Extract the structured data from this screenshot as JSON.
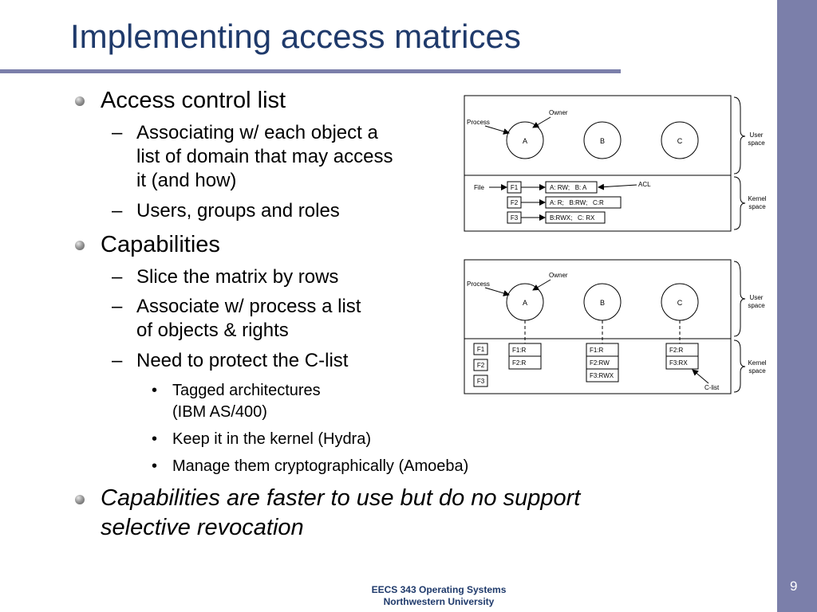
{
  "slide": {
    "title": "Implementing access matrices",
    "bullets": {
      "acl": "Access control list",
      "acl_sub1_line1": "Associating w/ each object a",
      "acl_sub1_line2": "list of domain that may access",
      "acl_sub1_line3": "it (and how)",
      "acl_sub2": "Users, groups and roles",
      "cap": "Capabilities",
      "cap_sub1": "Slice the matrix by rows",
      "cap_sub2_line1": "Associate w/ process a list",
      "cap_sub2_line2": "of objects & rights",
      "cap_sub3": "Need to protect the C-list",
      "cap_sub3_item1_line1": "Tagged architectures",
      "cap_sub3_item1_line2": "(IBM AS/400)",
      "cap_sub3_item2": "Keep it in the kernel (Hydra)",
      "cap_sub3_item3": "Manage them cryptographically (Amoeba)",
      "summary_line1": "Capabilities are faster to use but do no support",
      "summary_line2": "selective revocation"
    },
    "footer": {
      "line1": "EECS 343 Operating Systems",
      "line2": "Northwestern University"
    },
    "page_number": "9"
  },
  "acl_diagram": {
    "process_label": "Process",
    "owner_label": "Owner",
    "processes": [
      "A",
      "B",
      "C"
    ],
    "user_space": "User space",
    "kernel_space": "Kernel space",
    "file_label": "File",
    "acl_label": "ACL",
    "files": [
      "F1",
      "F2",
      "F3"
    ],
    "acl_entries": [
      "A: RW;   B: A",
      "A: R;   B:RW;   C:R",
      "B:RWX;   C: RX"
    ]
  },
  "clist_diagram": {
    "process_label": "Process",
    "owner_label": "Owner",
    "processes": [
      "A",
      "B",
      "C"
    ],
    "user_space": "User space",
    "kernel_space": "Kernel space",
    "files": [
      "F1",
      "F2",
      "F3"
    ],
    "clist_label": "C-list",
    "clist_a": [
      "F1:R",
      "F2:R"
    ],
    "clist_b": [
      "F1:R",
      "F2:RW",
      "F3:RWX"
    ],
    "clist_c": [
      "F2:R",
      "F3:RX"
    ]
  }
}
